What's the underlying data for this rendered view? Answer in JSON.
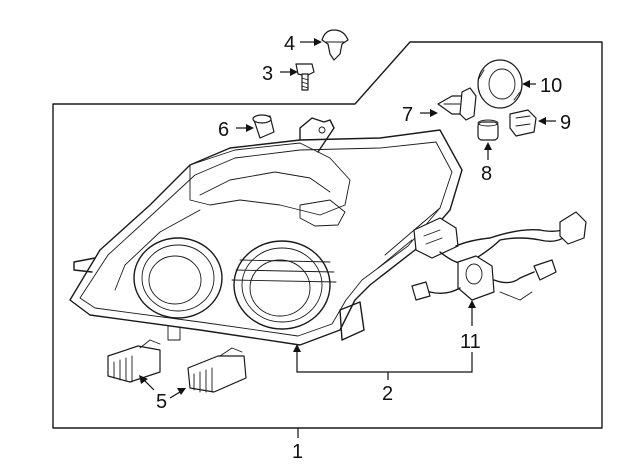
{
  "callouts": {
    "c1": "1",
    "c2": "2",
    "c3": "3",
    "c4": "4",
    "c5": "5",
    "c6": "6",
    "c7": "7",
    "c8": "8",
    "c9": "9",
    "c10": "10",
    "c11": "11"
  },
  "colors": {
    "line": "#1a1a1a",
    "background": "#ffffff"
  }
}
